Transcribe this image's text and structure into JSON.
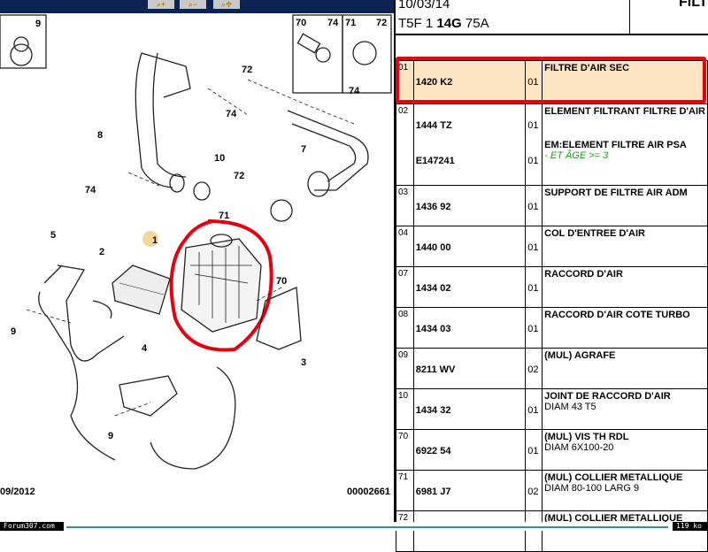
{
  "toolbar": {
    "buttons": [
      {
        "icon": "zoom-in-icon"
      },
      {
        "icon": "zoom-out-icon"
      },
      {
        "icon": "pan-icon"
      }
    ]
  },
  "header": {
    "date": "10/03/14",
    "ref_prefix": "T5F 1 ",
    "ref_bold": "14G",
    "ref_suffix": " 75A",
    "title": "FILTI"
  },
  "diagram": {
    "date": "09/2012",
    "code": "00002661",
    "callouts": [
      "9",
      "70",
      "74",
      "71",
      "72",
      "72",
      "74",
      "74",
      "8",
      "10",
      "72",
      "74",
      "7",
      "71",
      "1",
      "2",
      "5",
      "9",
      "70",
      "4",
      "3",
      "9"
    ]
  },
  "parts": [
    {
      "num": "01",
      "ref": "1420 K2",
      "qty": "01",
      "desc": "FILTRE D'AIR SEC",
      "selected": true
    },
    {
      "num": "02",
      "ref": "1444 TZ",
      "qty": "01",
      "desc": "ELEMENT FILTRANT FILTRE D'AIR",
      "ref2": "E147241",
      "qty2": "01",
      "desc2": "EM:ELEMENT FILTRE AIR PSA",
      "note2": "- ET ÂGE >= 3"
    },
    {
      "num": "03",
      "ref": "1436 92",
      "qty": "01",
      "desc": "SUPPORT DE FILTRE AIR ADM"
    },
    {
      "num": "04",
      "ref": "1440 00",
      "qty": "01",
      "desc": "COL D'ENTREE D'AIR"
    },
    {
      "num": "07",
      "ref": "1434 02",
      "qty": "01",
      "desc": "RACCORD D'AIR"
    },
    {
      "num": "08",
      "ref": "1434 03",
      "qty": "01",
      "desc": "RACCORD D'AIR COTE TURBO"
    },
    {
      "num": "09",
      "ref": "8211 WV",
      "qty": "02",
      "desc": "(MUL) AGRAFE"
    },
    {
      "num": "10",
      "ref": "1434 32",
      "qty": "01",
      "desc": "JOINT DE RACCORD D'AIR",
      "desc_sub": "DIAM 43 T5"
    },
    {
      "num": "70",
      "ref": "6922 54",
      "qty": "01",
      "desc": "(MUL) VIS TH RDL",
      "desc_sub": "DIAM 6X100-20"
    },
    {
      "num": "71",
      "ref": "6981 J7",
      "qty": "02",
      "desc": "(MUL) COLLIER METALLIQUE",
      "desc_sub": "DIAM 80-100 LARG 9"
    },
    {
      "num": "72",
      "ref": "",
      "qty": "",
      "desc": "(MUL) COLLIER METALLIQUE"
    }
  ],
  "status": {
    "site": "Forum307.com",
    "size": "119 ko"
  },
  "colors": {
    "highlight": "#e4000f",
    "selected_row": "#fce4c0",
    "toolbar": "#0b2252",
    "note": "#1a9a1a"
  }
}
